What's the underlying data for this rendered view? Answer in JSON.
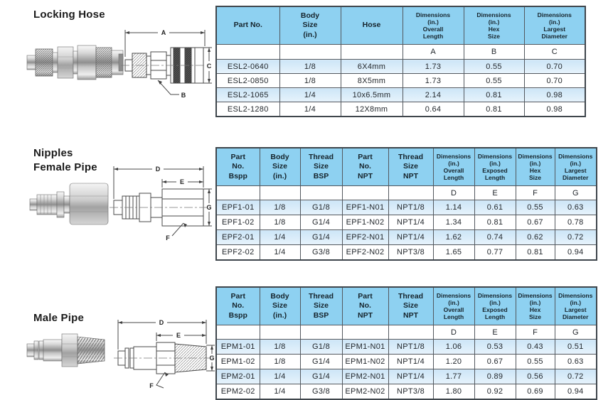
{
  "colors": {
    "header_blue": "#8ed1f1",
    "row_stripe_blue": "#cde6f7",
    "table_border": "#3f464c",
    "text": "#23282d"
  },
  "sections": [
    {
      "title": "Locking Hose",
      "diagram_labels": {
        "overall": "A",
        "hex": "B",
        "diameter": "C"
      },
      "table": {
        "headers": [
          "Part No.",
          "Body\nSize\n(in.)",
          "Hose",
          "Dimensions\n(in.)\nOverall\nLength",
          "Dimensions\n(in.)\nHex\nSize",
          "Dimensions\n(in.)\nLargest\nDiameter"
        ],
        "subheaders": [
          "",
          "",
          "",
          "A",
          "B",
          "C"
        ],
        "rows": [
          [
            "ESL2-0640",
            "1/8",
            "6X4mm",
            "1.73",
            "0.55",
            "0.70"
          ],
          [
            "ESL2-0850",
            "1/8",
            "8X5mm",
            "1.73",
            "0.55",
            "0.70"
          ],
          [
            "ESL2-1065",
            "1/4",
            "10x6.5mm",
            "2.14",
            "0.81",
            "0.98"
          ],
          [
            "ESL2-1280",
            "1/4",
            "12X8mm",
            "0.64",
            "0.81",
            "0.98"
          ]
        ]
      }
    },
    {
      "title": "Nipples\nFemale Pipe",
      "diagram_labels": {
        "overall": "D",
        "exposed": "E",
        "hex": "F",
        "diameter": "G"
      },
      "table": {
        "headers": [
          "Part\nNo.\nBspp",
          "Body\nSize\n(in.)",
          "Thread\nSize\nBSP",
          "Part\nNo.\nNPT",
          "Thread\nSize\nNPT",
          "Dimensions\n(in.)\nOverall\nLength",
          "Dimensions\n(in.)\nExposed\nLength",
          "Dimensions\n(in.)\nHex\nSize",
          "Dimensions\n(in.)\nLargest\nDiameter"
        ],
        "subheaders": [
          "",
          "",
          "",
          "",
          "",
          "D",
          "E",
          "F",
          "G"
        ],
        "rows": [
          [
            "EPF1-01",
            "1/8",
            "G1/8",
            "EPF1-N01",
            "NPT1/8",
            "1.14",
            "0.61",
            "0.55",
            "0.63"
          ],
          [
            "EPF1-02",
            "1/8",
            "G1/4",
            "EPF1-N02",
            "NPT1/4",
            "1.34",
            "0.81",
            "0.67",
            "0.78"
          ],
          [
            "EPF2-01",
            "1/4",
            "G1/4",
            "EPF2-N01",
            "NPT1/4",
            "1.62",
            "0.74",
            "0.62",
            "0.72"
          ],
          [
            "EPF2-02",
            "1/4",
            "G3/8",
            "EPF2-N02",
            "NPT3/8",
            "1.65",
            "0.77",
            "0.81",
            "0.94"
          ]
        ]
      }
    },
    {
      "title": "Male Pipe",
      "diagram_labels": {
        "overall": "D",
        "exposed": "E",
        "hex": "F",
        "diameter": "G"
      },
      "table": {
        "headers": [
          "Part\nNo.\nBspp",
          "Body\nSize\n(in.)",
          "Thread\nSize\nBSP",
          "Part\nNo.\nNPT",
          "Thread\nSize\nNPT",
          "Dimensions\n(in.)\nOverall\nLength",
          "Dimensions\n(in.)\nExposed\nLength",
          "Dimensions\n(in.)\nHex\nSize",
          "Dimensions\n(in.)\nLargest\nDiameter"
        ],
        "subheaders": [
          "",
          "",
          "",
          "",
          "",
          "D",
          "E",
          "F",
          "G"
        ],
        "rows": [
          [
            "EPM1-01",
            "1/8",
            "G1/8",
            "EPM1-N01",
            "NPT1/8",
            "1.06",
            "0.53",
            "0.43",
            "0.51"
          ],
          [
            "EPM1-02",
            "1/8",
            "G1/4",
            "EPM1-N02",
            "NPT1/4",
            "1.20",
            "0.67",
            "0.55",
            "0.63"
          ],
          [
            "EPM2-01",
            "1/4",
            "G1/4",
            "EPM2-N01",
            "NPT1/4",
            "1.77",
            "0.89",
            "0.56",
            "0.72"
          ],
          [
            "EPM2-02",
            "1/4",
            "G3/8",
            "EPM2-N02",
            "NPT3/8",
            "1.80",
            "0.92",
            "0.69",
            "0.94"
          ]
        ]
      }
    }
  ]
}
